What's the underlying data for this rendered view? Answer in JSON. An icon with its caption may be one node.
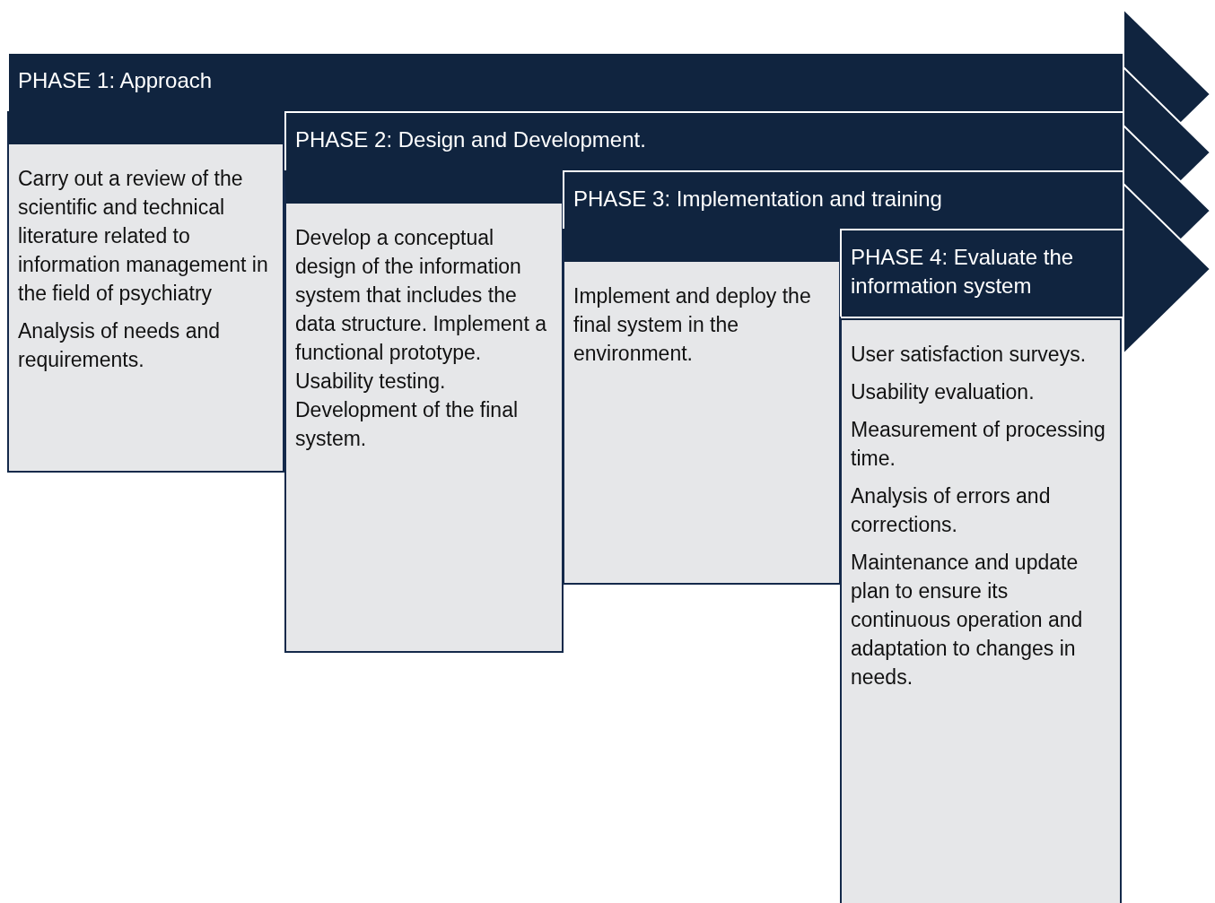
{
  "diagram": {
    "nodes": [
      {
        "text": [
          "PHASE 1: Approach"
        ]
      },
      {
        "text": [
          "PHASE 2: Design and Development."
        ]
      },
      {
        "text": [
          "PHASE 3: Implementation and training"
        ]
      },
      {
        "text": [
          "PHASE 4: Evaluate the information system"
        ]
      },
      {
        "text": [
          "Carry out a review of the scientific and technical literature related to information management in the field of psychiatry",
          "Analysis of needs and requirements."
        ]
      },
      {
        "text": [
          "Develop a conceptual design of the information system that includes the data structure. Implement a functional prototype. Usability testing. Development of the final system."
        ]
      },
      {
        "text": [
          "Implement and deploy the final system in the environment."
        ]
      },
      {
        "text": [
          "User satisfaction surveys.",
          "Usability evaluation.",
          "Measurement of processing time.",
          "Analysis of errors and corrections.",
          "Maintenance and update plan to ensure its continuous operation and adaptation to changes in needs."
        ]
      }
    ],
    "edges": []
  }
}
